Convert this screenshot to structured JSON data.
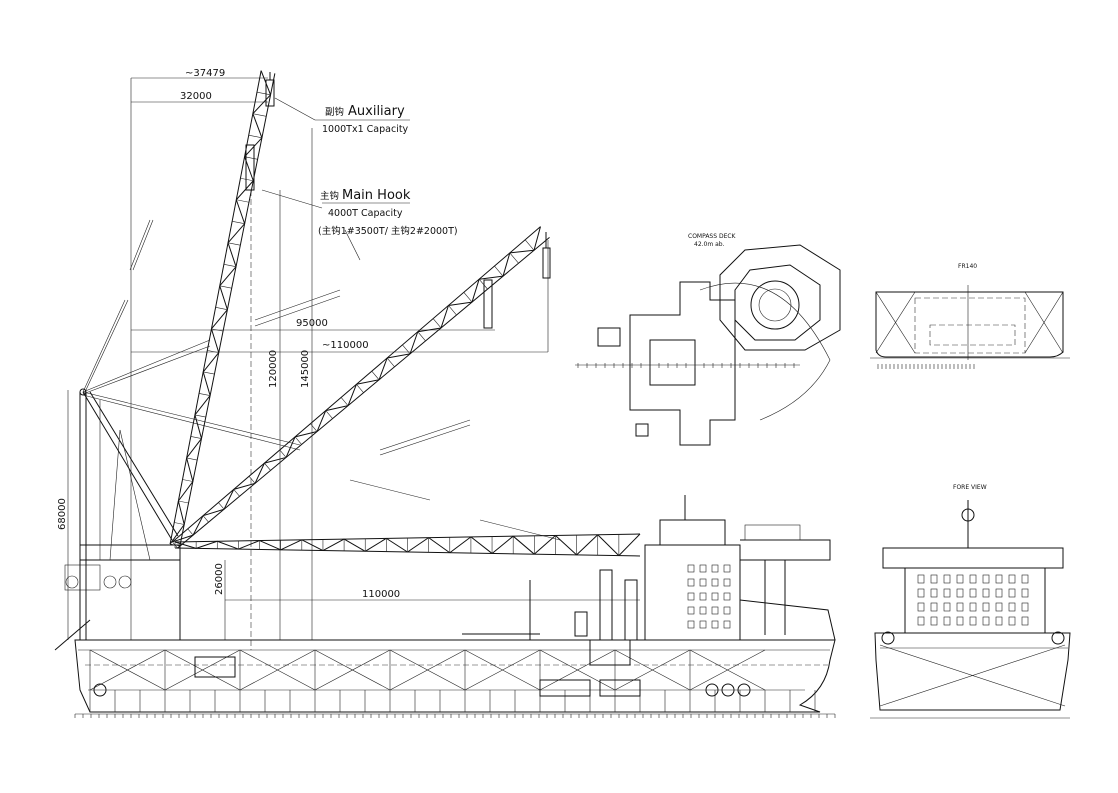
{
  "dimensions": {
    "auxiliary_outreach": "~37479",
    "main_outreach": "32000",
    "boom_95000": "95000",
    "boom_110000_outreach": "~110000",
    "height_120000": "120000",
    "height_145000": "145000",
    "mast_height": "68000",
    "pivot_height": "26000",
    "horizontal_boom": "110000"
  },
  "annotations": {
    "auxiliary_cn": "副钩",
    "auxiliary": "Auxiliary",
    "auxiliary_capacity": "1000Tx1 Capacity",
    "main_cn": "主钩",
    "main_hook": "Main Hook",
    "main_capacity": "4000T Capacity",
    "main_split": "(主钩1#3500T/ 主钩2#2000T)"
  },
  "views": {
    "compass_deck": "COMPASS DECK",
    "compass_deck_sub": "42.0m ab.",
    "fr140": "FR140",
    "fore_view": "FORE VIEW"
  },
  "colors": {
    "line": "#111111",
    "background": "#ffffff"
  }
}
